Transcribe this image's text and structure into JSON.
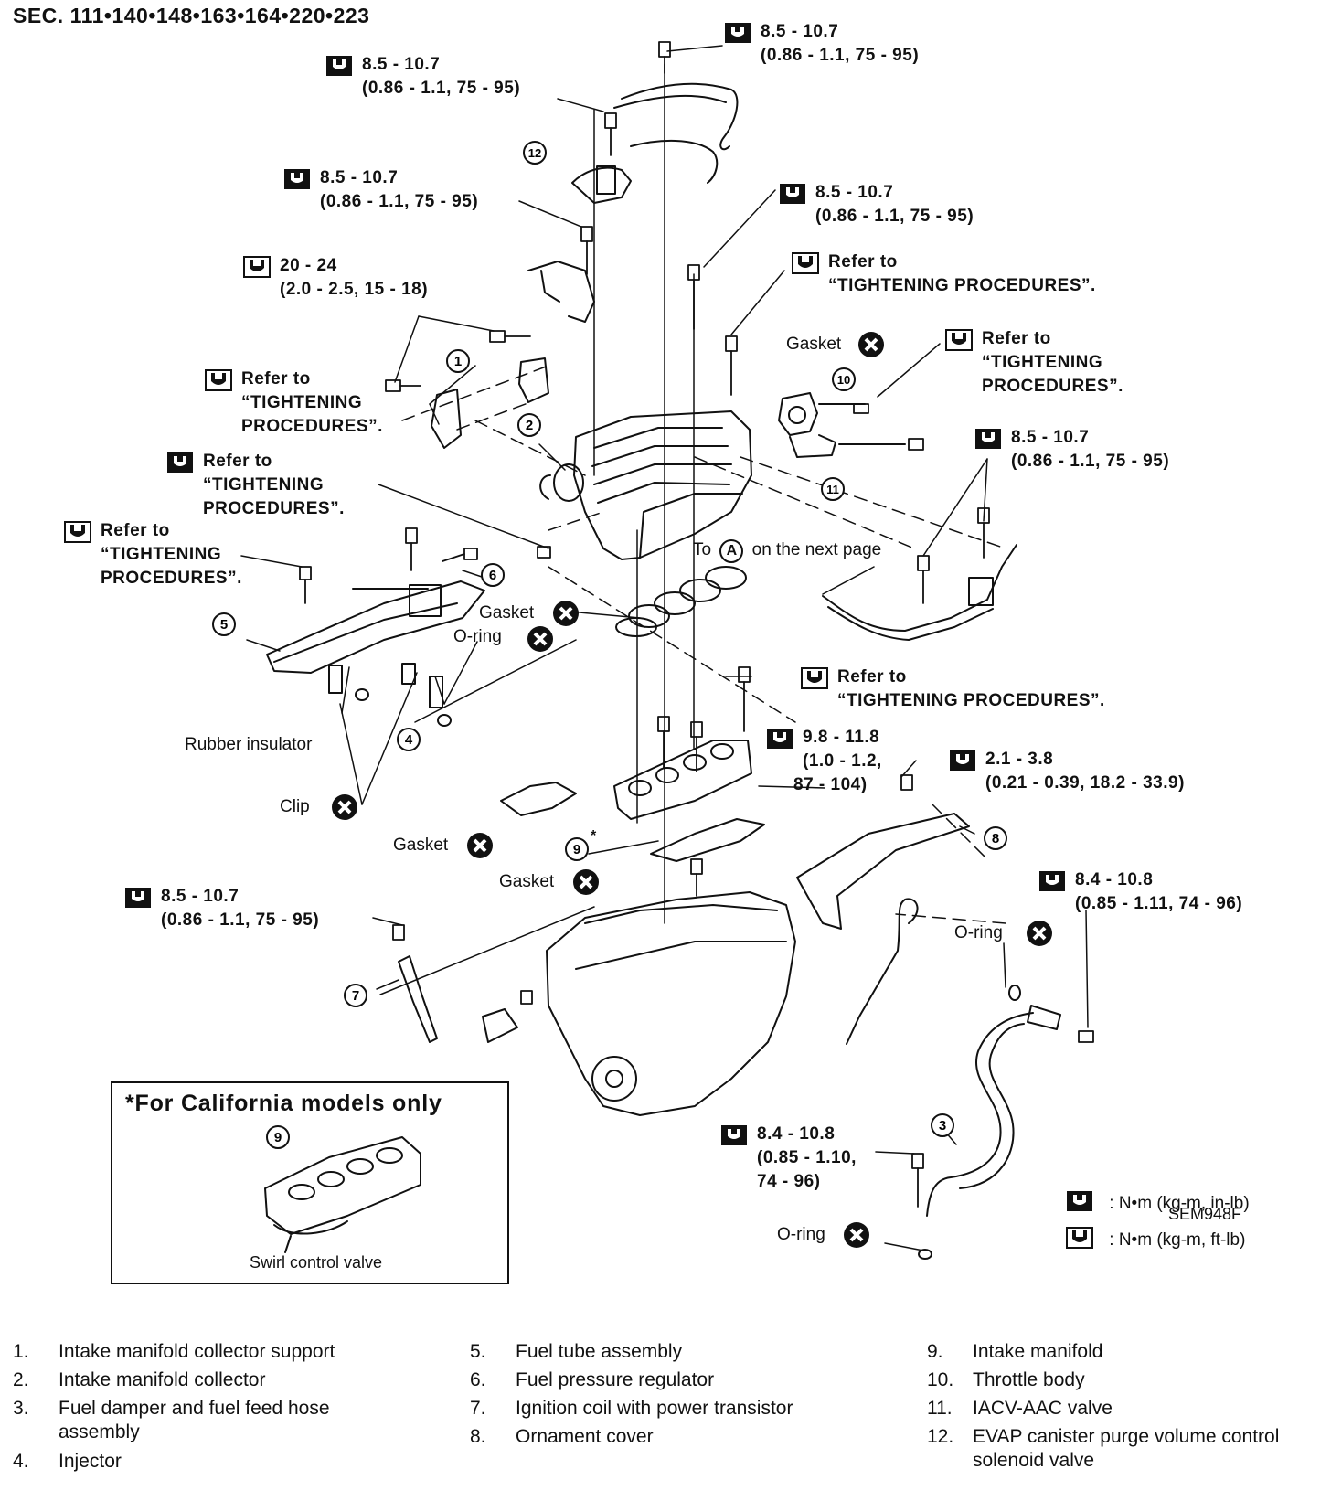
{
  "section": "SEC. 111•140•148•163•164•220•223",
  "figure_ref": "SEM948F",
  "to_next_page": {
    "before": "To",
    "marker": "A",
    "after": "on the next page"
  },
  "specs": {
    "s1": {
      "l1": "8.5 - 10.7",
      "l2": "(0.86 - 1.1, 75 - 95)",
      "icon": "wrench-in-lb-icon"
    },
    "s2": {
      "l1": "8.5 - 10.7",
      "l2": "(0.86 - 1.1, 75 - 95)",
      "icon": "wrench-in-lb-icon"
    },
    "s3": {
      "l1": "8.5 - 10.7",
      "l2": "(0.86 - 1.1, 75 - 95)",
      "icon": "wrench-in-lb-icon"
    },
    "s4": {
      "l1": "8.5 - 10.7",
      "l2": "(0.86 - 1.1, 75 - 95)",
      "icon": "wrench-in-lb-icon"
    },
    "s5": {
      "l1": "20 - 24",
      "l2": "(2.0 - 2.5, 15 - 18)",
      "icon": "wrench-ft-lb-icon"
    },
    "s6": {
      "l1": "Refer to",
      "l2": "“TIGHTENING PROCEDURES”.",
      "icon": "wrench-ft-lb-icon"
    },
    "s7": {
      "l1": "Refer to",
      "l2": "“TIGHTENING",
      "l3": "PROCEDURES”.",
      "icon": "wrench-ft-lb-icon"
    },
    "s8": {
      "l1": "Refer to",
      "l2": "“TIGHTENING",
      "l3": "PROCEDURES”.",
      "icon": "wrench-ft-lb-icon"
    },
    "s9": {
      "l1": "8.5 - 10.7",
      "l2": "(0.86 - 1.1, 75 - 95)",
      "icon": "wrench-in-lb-icon"
    },
    "s10": {
      "l1": "Refer to",
      "l2": "“TIGHTENING",
      "l3": "PROCEDURES”.",
      "icon": "wrench-in-lb-icon"
    },
    "s11": {
      "l1": "Refer to",
      "l2": "“TIGHTENING",
      "l3": "PROCEDURES”.",
      "icon": "wrench-ft-lb-icon"
    },
    "s12": {
      "l1": "Refer to",
      "l2": "“TIGHTENING PROCEDURES”.",
      "icon": "wrench-ft-lb-icon"
    },
    "s13": {
      "l1": "9.8 - 11.8",
      "l2": "(1.0 - 1.2,",
      "l3": "87 - 104)",
      "icon": "wrench-in-lb-icon"
    },
    "s14": {
      "l1": "2.1 - 3.8",
      "l2": "(0.21 - 0.39, 18.2 - 33.9)",
      "icon": "wrench-in-lb-icon"
    },
    "s15": {
      "l1": "8.4 - 10.8",
      "l2": "(0.85 - 1.11, 74 - 96)",
      "icon": "wrench-in-lb-icon"
    },
    "s16": {
      "l1": "8.5 - 10.7",
      "l2": "(0.86 - 1.1, 75 - 95)",
      "icon": "wrench-in-lb-icon"
    },
    "s17": {
      "l1": "8.4 - 10.8",
      "l2": "(0.85 - 1.10,",
      "l3": "74 - 96)",
      "icon": "wrench-in-lb-icon"
    }
  },
  "labels": {
    "gasket": "Gasket",
    "oring": "O-ring",
    "rubber_insulator": "Rubber insulator",
    "clip": "Clip",
    "swirl_control_valve": "Swirl control valve"
  },
  "california_box": {
    "title": "*For California models only",
    "callout": "9"
  },
  "legend": [
    {
      "icon": "wrench-in-lb-icon",
      "text": ": N•m (kg-m, in-lb)"
    },
    {
      "icon": "wrench-ft-lb-icon",
      "text": ": N•m (kg-m, ft-lb)"
    }
  ],
  "callouts": [
    "1",
    "2",
    "3",
    "4",
    "5",
    "6",
    "7",
    "8",
    "9",
    "10",
    "11",
    "12"
  ],
  "parts": [
    {
      "n": "1.",
      "name": "Intake manifold collector support"
    },
    {
      "n": "2.",
      "name": "Intake manifold collector"
    },
    {
      "n": "3.",
      "name": "Fuel damper and fuel feed hose assembly"
    },
    {
      "n": "4.",
      "name": "Injector"
    },
    {
      "n": "5.",
      "name": "Fuel tube assembly"
    },
    {
      "n": "6.",
      "name": "Fuel pressure regulator"
    },
    {
      "n": "7.",
      "name": "Ignition coil with power transistor"
    },
    {
      "n": "8.",
      "name": "Ornament cover"
    },
    {
      "n": "9.",
      "name": "Intake manifold"
    },
    {
      "n": "10.",
      "name": "Throttle body"
    },
    {
      "n": "11.",
      "name": "IACV-AAC valve"
    },
    {
      "n": "12.",
      "name": "EVAP canister purge volume control solenoid valve"
    }
  ]
}
